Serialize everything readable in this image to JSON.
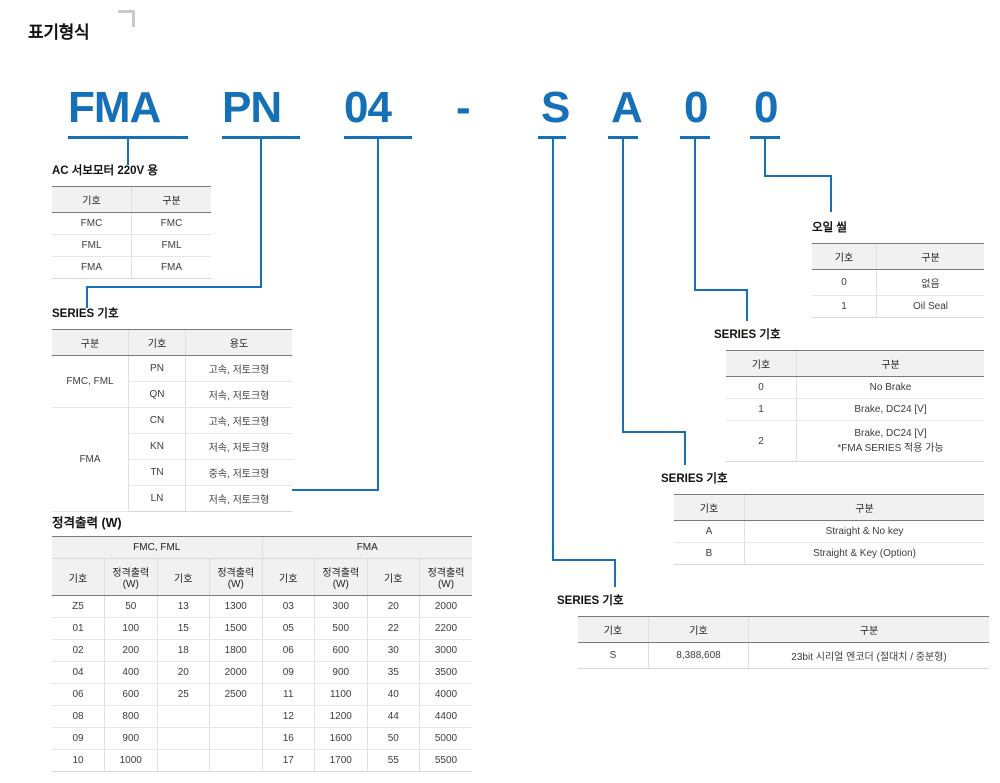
{
  "page": {
    "title": "표기형식",
    "accent_color": "#1570b8",
    "corner_icon": "corner-bracket-icon"
  },
  "model_code": {
    "segments": [
      {
        "id": "series-prefix",
        "text": "FMA"
      },
      {
        "id": "series-symbol",
        "text": "PN"
      },
      {
        "id": "rated-power",
        "text": "04"
      },
      {
        "id": "dash",
        "text": "-"
      },
      {
        "id": "encoder",
        "text": "S"
      },
      {
        "id": "shaft",
        "text": "A"
      },
      {
        "id": "brake",
        "text": "0"
      },
      {
        "id": "oil-seal",
        "text": "0"
      }
    ]
  },
  "sections": {
    "motor_type": {
      "label": "AC 서보모터 220V 용",
      "headers": [
        "기호",
        "구분"
      ],
      "rows": [
        [
          "FMC",
          "FMC"
        ],
        [
          "FML",
          "FML"
        ],
        [
          "FMA",
          "FMA"
        ]
      ]
    },
    "series_symbol": {
      "label": "SERIES 기호",
      "headers": [
        "구분",
        "기호",
        "용도"
      ],
      "rows": [
        {
          "group": "FMC, FML",
          "span": 2,
          "symbol": "PN",
          "use": "고속, 저토크형"
        },
        {
          "symbol": "QN",
          "use": "저속, 저토크형"
        },
        {
          "group": "FMA",
          "span": 4,
          "symbol": "CN",
          "use": "고속, 저토크형"
        },
        {
          "symbol": "KN",
          "use": "저속, 저토크형"
        },
        {
          "symbol": "TN",
          "use": "중속, 저토크형"
        },
        {
          "symbol": "LN",
          "use": "저속, 저토크형"
        }
      ]
    },
    "rated_power": {
      "label": "정격출력 (W)",
      "group_headers": [
        "FMC, FML",
        "FMA"
      ],
      "sub_headers": [
        "기호",
        "정격출력(W)",
        "기호",
        "정격출력(W)",
        "기호",
        "정격출력(W)",
        "기호",
        "정격출력(W)"
      ],
      "rows": [
        [
          "Z5",
          "50",
          "13",
          "1300",
          "03",
          "300",
          "20",
          "2000"
        ],
        [
          "01",
          "100",
          "15",
          "1500",
          "05",
          "500",
          "22",
          "2200"
        ],
        [
          "02",
          "200",
          "18",
          "1800",
          "06",
          "600",
          "30",
          "3000"
        ],
        [
          "04",
          "400",
          "20",
          "2000",
          "09",
          "900",
          "35",
          "3500"
        ],
        [
          "06",
          "600",
          "25",
          "2500",
          "11",
          "1100",
          "40",
          "4000"
        ],
        [
          "08",
          "800",
          "",
          "",
          "12",
          "1200",
          "44",
          "4400"
        ],
        [
          "09",
          "900",
          "",
          "",
          "16",
          "1600",
          "50",
          "5000"
        ],
        [
          "10",
          "1000",
          "",
          "",
          "17",
          "1700",
          "55",
          "5500"
        ]
      ]
    },
    "encoder": {
      "label": "SERIES 기호",
      "headers": [
        "기호",
        "기호",
        "구분"
      ],
      "rows": [
        [
          "S",
          "8,388,608",
          "23bit 시리얼 엔코더 (절대치 / 중분형)"
        ]
      ]
    },
    "shaft": {
      "label": "SERIES 기호",
      "headers": [
        "기호",
        "구분"
      ],
      "rows": [
        [
          "A",
          "Straight & No key"
        ],
        [
          "B",
          "Straight & Key (Option)"
        ]
      ]
    },
    "brake": {
      "label": "SERIES 기호",
      "headers": [
        "기호",
        "구분"
      ],
      "rows": [
        {
          "symbol": "0",
          "line1": "No Brake",
          "line2": ""
        },
        {
          "symbol": "1",
          "line1": "Brake, DC24 [V]",
          "line2": ""
        },
        {
          "symbol": "2",
          "line1": "Brake, DC24 [V]",
          "line2": "*FMA SERIES 적용 가능"
        }
      ]
    },
    "oil_seal": {
      "label": "오일 씰",
      "headers": [
        "기호",
        "구분"
      ],
      "rows": [
        [
          "0",
          "없음"
        ],
        [
          "1",
          "Oil Seal"
        ]
      ]
    }
  }
}
